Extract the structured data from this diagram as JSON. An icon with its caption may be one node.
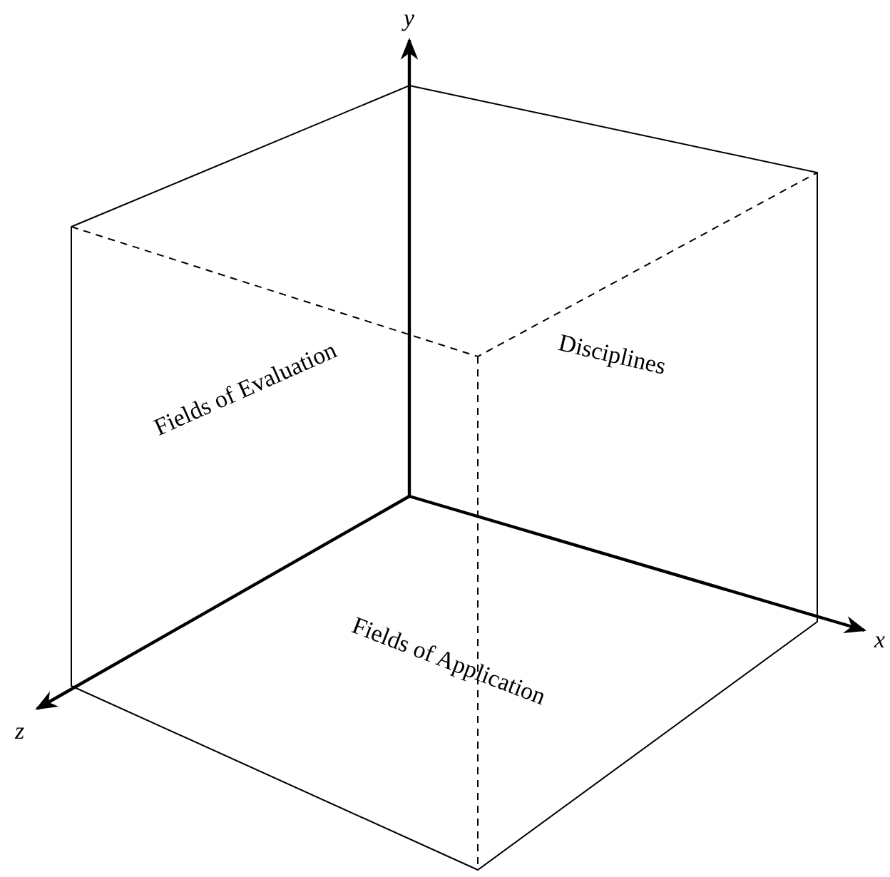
{
  "diagram": {
    "labels": [
      "y",
      "Fields of Evaluation",
      "Disciplines",
      "Fields of Application",
      "x",
      "z"
    ]
  }
}
